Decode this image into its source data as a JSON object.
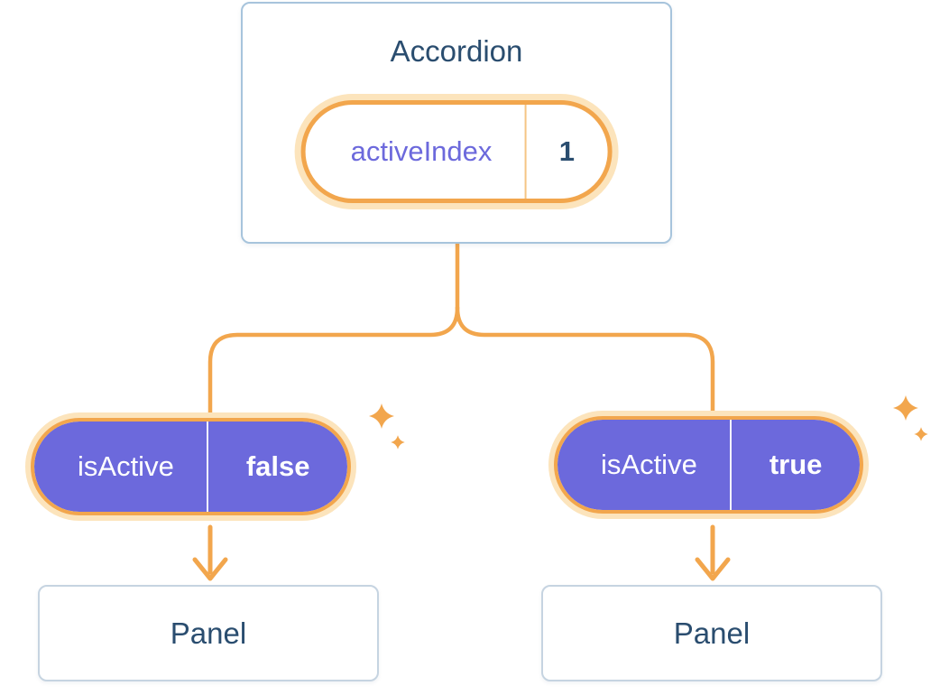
{
  "accordion": {
    "title": "Accordion",
    "state_pill": {
      "label": "activeIndex",
      "value": "1"
    }
  },
  "children": [
    {
      "prop_pill": {
        "label": "isActive",
        "value": "false"
      },
      "panel": {
        "label": "Panel"
      }
    },
    {
      "prop_pill": {
        "label": "isActive",
        "value": "true"
      },
      "panel": {
        "label": "Panel"
      }
    }
  ],
  "icons": {
    "sparkle": "✦"
  },
  "colors": {
    "accent_orange": "#F2A64D",
    "halo_orange": "#FCE4BC",
    "purple": "#6C69DC",
    "navy_text": "#2A4D6F",
    "card_border": "#A7C4DC",
    "panel_border": "#C6D4E1"
  }
}
